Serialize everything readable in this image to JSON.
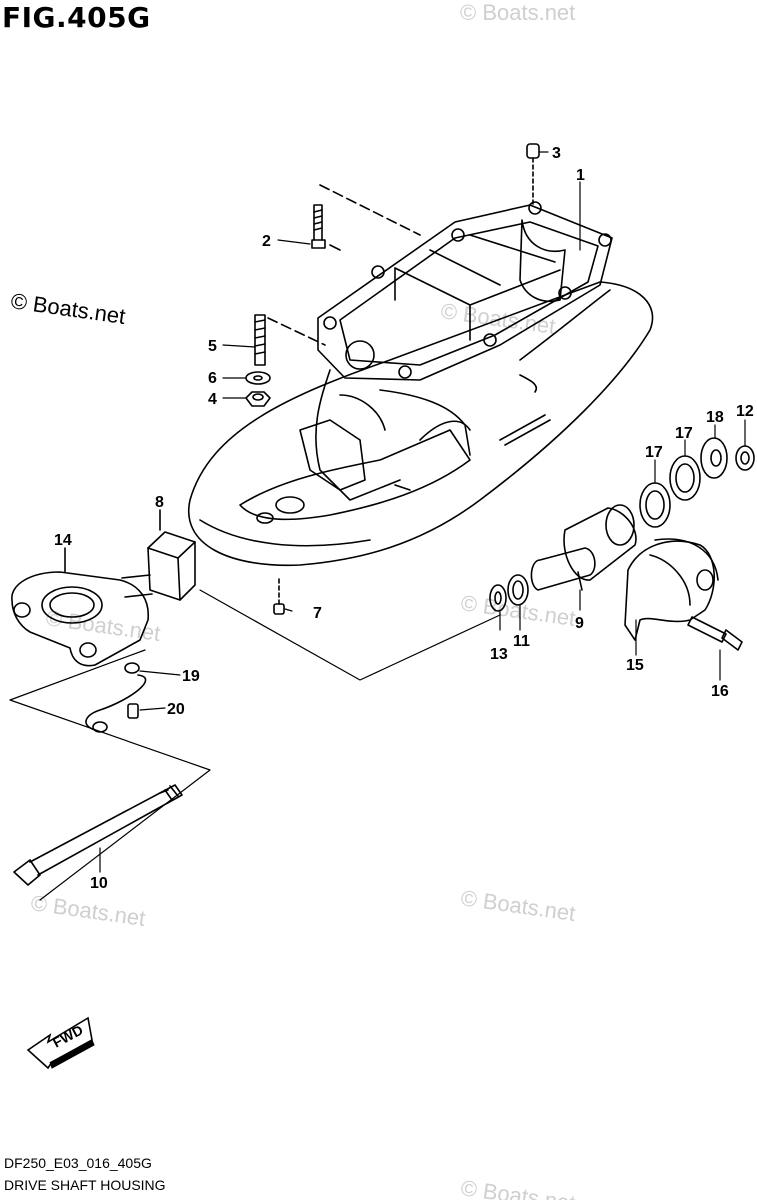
{
  "figure": {
    "title": "FIG.405G",
    "code": "DF250_E03_016_405G",
    "name": "DRIVE SHAFT HOUSING"
  },
  "watermark": {
    "main": "© Boats.net",
    "faint": "© Boats.net"
  },
  "direction_marker": {
    "label": "FWD"
  },
  "callouts": [
    "1",
    "2",
    "3",
    "4",
    "5",
    "6",
    "7",
    "8",
    "9",
    "10",
    "11",
    "12",
    "13",
    "14",
    "15",
    "16",
    "17",
    "17",
    "18",
    "19",
    "20"
  ],
  "colors": {
    "line": "#000000",
    "watermark": "#cfcfcf",
    "background": "#ffffff"
  }
}
